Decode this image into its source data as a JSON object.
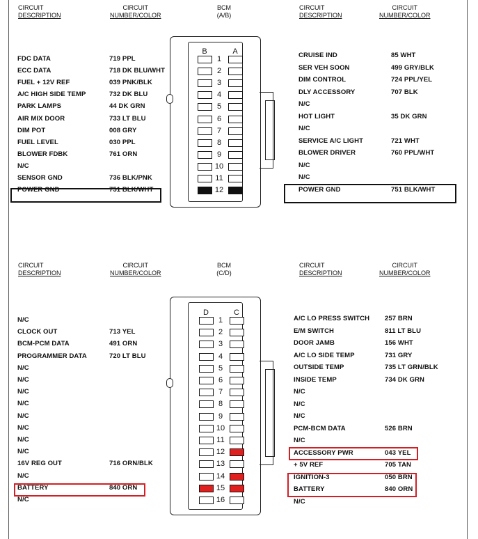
{
  "headers": {
    "circuit": "CIRCUIT",
    "description": "DESCRIPTION",
    "circuit_number": "CIRCUIT",
    "number_color": "NUMBER/COLOR"
  },
  "connector_ab": {
    "title": "BCM",
    "subtitle": "(A/B)",
    "col_left": "B",
    "col_right": "A",
    "pins": [
      "1",
      "2",
      "3",
      "4",
      "5",
      "6",
      "7",
      "8",
      "9",
      "10",
      "11",
      "12"
    ],
    "left_rows": [
      {
        "desc": "FDC DATA",
        "num": "719 PPL"
      },
      {
        "desc": "ECC DATA",
        "num": "718 DK BLU/WHT"
      },
      {
        "desc": "FUEL + 12V REF",
        "num": "039 PNK/BLK"
      },
      {
        "desc": "A/C HIGH SIDE TEMP",
        "num": "732 DK BLU"
      },
      {
        "desc": "PARK LAMPS",
        "num": "44 DK GRN"
      },
      {
        "desc": "AIR MIX DOOR",
        "num": "733 LT BLU"
      },
      {
        "desc": "DIM POT",
        "num": "008 GRY"
      },
      {
        "desc": "FUEL LEVEL",
        "num": "030 PPL"
      },
      {
        "desc": "BLOWER FDBK",
        "num": "761 ORN"
      },
      {
        "desc": "N/C",
        "num": ""
      },
      {
        "desc": "SENSOR GND",
        "num": "736 BLK/PNK"
      },
      {
        "desc": "POWER GND",
        "num": "751 BLK/WHT"
      }
    ],
    "right_rows": [
      {
        "desc": "CRUISE IND",
        "num": "85 WHT"
      },
      {
        "desc": "SER VEH SOON",
        "num": "499 GRY/BLK"
      },
      {
        "desc": "DIM CONTROL",
        "num": "724 PPL/YEL"
      },
      {
        "desc": "DLY ACCESSORY",
        "num": "707 BLK"
      },
      {
        "desc": "N/C",
        "num": ""
      },
      {
        "desc": "HOT LIGHT",
        "num": "35 DK GRN"
      },
      {
        "desc": "N/C",
        "num": ""
      },
      {
        "desc": "SERVICE A/C LIGHT",
        "num": "721 WHT"
      },
      {
        "desc": "BLOWER DRIVER",
        "num": "760 PPL/WHT"
      },
      {
        "desc": "N/C",
        "num": ""
      },
      {
        "desc": "N/C",
        "num": ""
      },
      {
        "desc": "POWER GND",
        "num": "751 BLK/WHT"
      }
    ]
  },
  "connector_cd": {
    "title": "BCM",
    "subtitle": "(C/D)",
    "col_left": "D",
    "col_right": "C",
    "pins": [
      "1",
      "2",
      "3",
      "4",
      "5",
      "6",
      "7",
      "8",
      "9",
      "10",
      "11",
      "12",
      "13",
      "14",
      "15",
      "16"
    ],
    "left_rows": [
      {
        "desc": "N/C",
        "num": ""
      },
      {
        "desc": "CLOCK OUT",
        "num": "713 YEL"
      },
      {
        "desc": "BCM-PCM DATA",
        "num": "491 ORN"
      },
      {
        "desc": "PROGRAMMER DATA",
        "num": "720 LT BLU"
      },
      {
        "desc": "N/C",
        "num": ""
      },
      {
        "desc": "N/C",
        "num": ""
      },
      {
        "desc": "N/C",
        "num": ""
      },
      {
        "desc": "N/C",
        "num": ""
      },
      {
        "desc": "N/C",
        "num": ""
      },
      {
        "desc": "N/C",
        "num": ""
      },
      {
        "desc": "N/C",
        "num": ""
      },
      {
        "desc": "N/C",
        "num": ""
      },
      {
        "desc": "16V REG OUT",
        "num": "716 ORN/BLK"
      },
      {
        "desc": "N/C",
        "num": ""
      },
      {
        "desc": "BATTERY",
        "num": "840 ORN"
      },
      {
        "desc": "N/C",
        "num": ""
      }
    ],
    "right_rows": [
      {
        "desc": "A/C LO PRESS SWITCH",
        "num": "257 BRN"
      },
      {
        "desc": "E/M SWITCH",
        "num": "811 LT BLU"
      },
      {
        "desc": "DOOR JAMB",
        "num": "156 WHT"
      },
      {
        "desc": "A/C LO SIDE TEMP",
        "num": "731 GRY"
      },
      {
        "desc": "OUTSIDE TEMP",
        "num": "735 LT GRN/BLK"
      },
      {
        "desc": "INSIDE TEMP",
        "num": "734 DK GRN"
      },
      {
        "desc": "N/C",
        "num": ""
      },
      {
        "desc": "N/C",
        "num": ""
      },
      {
        "desc": "N/C",
        "num": ""
      },
      {
        "desc": "PCM-BCM DATA",
        "num": "526 BRN"
      },
      {
        "desc": "N/C",
        "num": ""
      },
      {
        "desc": "ACCESSORY PWR",
        "num": "043 YEL"
      },
      {
        "desc": "+ 5V REF",
        "num": "705 TAN"
      },
      {
        "desc": "IGNITION-3",
        "num": "050 BRN"
      },
      {
        "desc": "BATTERY",
        "num": "840 ORN"
      },
      {
        "desc": "N/C",
        "num": ""
      }
    ]
  }
}
